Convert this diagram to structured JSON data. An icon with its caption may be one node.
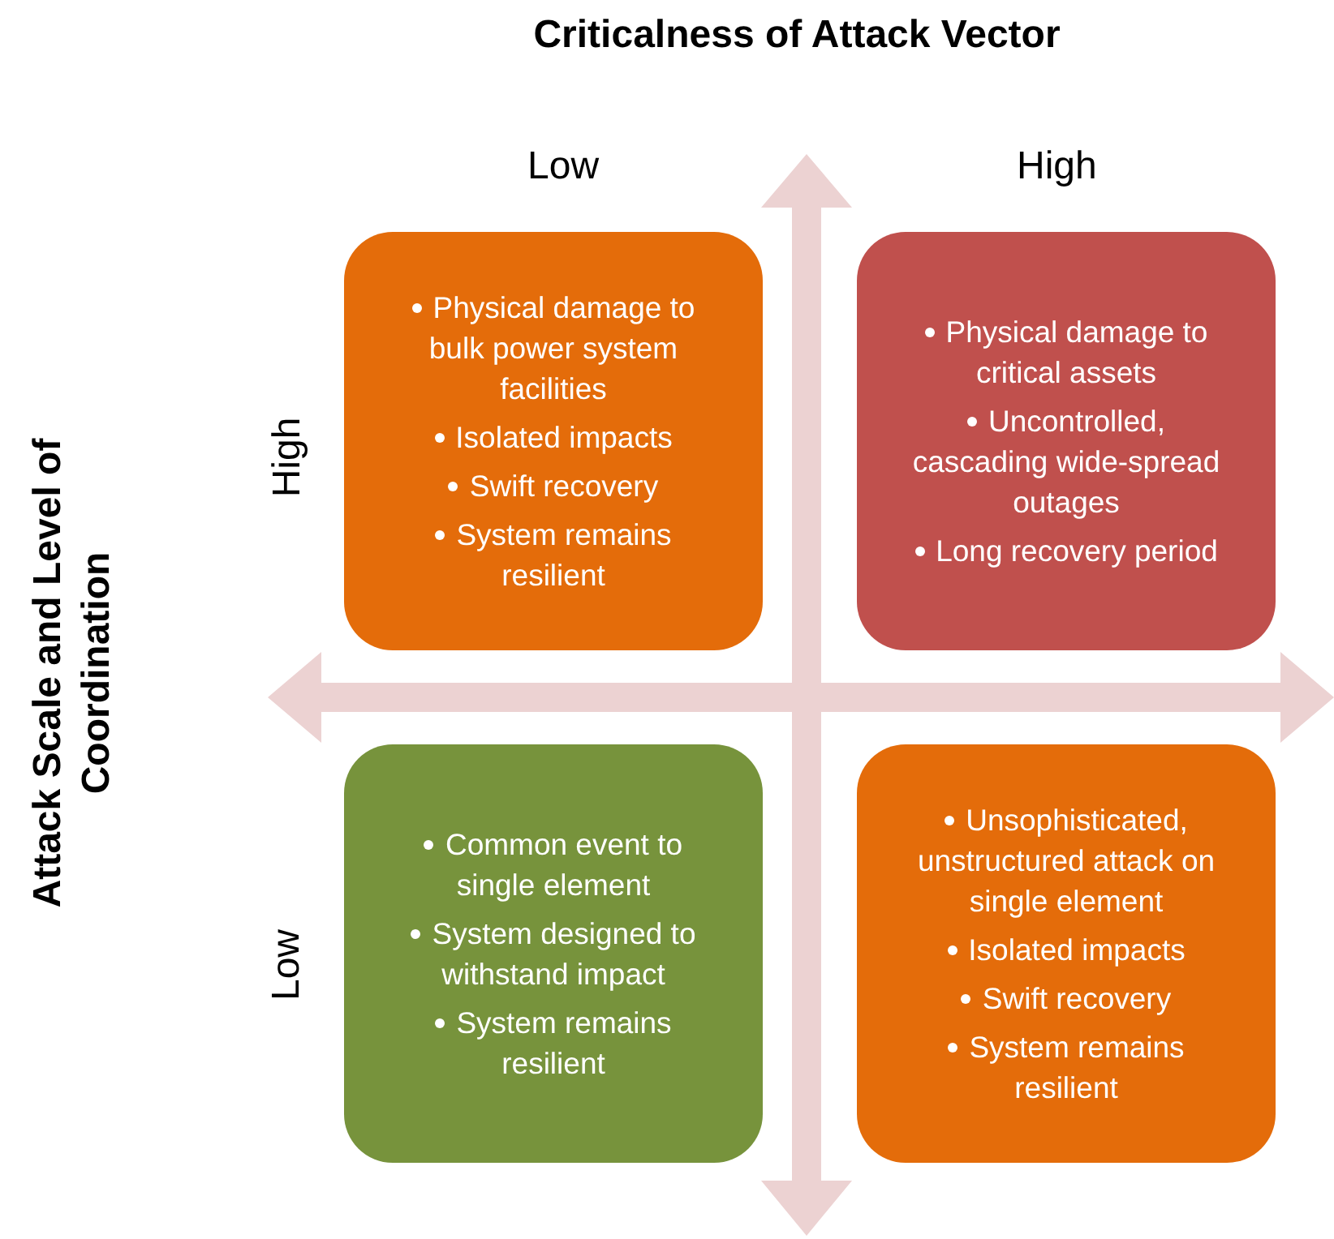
{
  "diagram": {
    "title": "Criticalness of Attack Vector",
    "nodes": [
      {
        "text": [
          "Physical damage to bulk power system facilities",
          "Isolated  impacts",
          "Swift recovery",
          "System remains resilient"
        ]
      },
      {
        "text": [
          "Physical damage to critical assets",
          "Uncontrolled, cascading wide-spread outages",
          "Long recovery period"
        ]
      },
      {
        "text": [
          "Common event to single element",
          "System designed to withstand impact",
          "System remains resilient"
        ]
      },
      {
        "text": [
          "Unsophisticated, unstructured attack on single element",
          "Isolated impacts",
          "Swift recovery",
          "System remains resilient"
        ]
      }
    ],
    "labels": [
      "Low",
      "High",
      "High",
      "Low",
      "Attack Scale and Level of Coordination"
    ]
  }
}
